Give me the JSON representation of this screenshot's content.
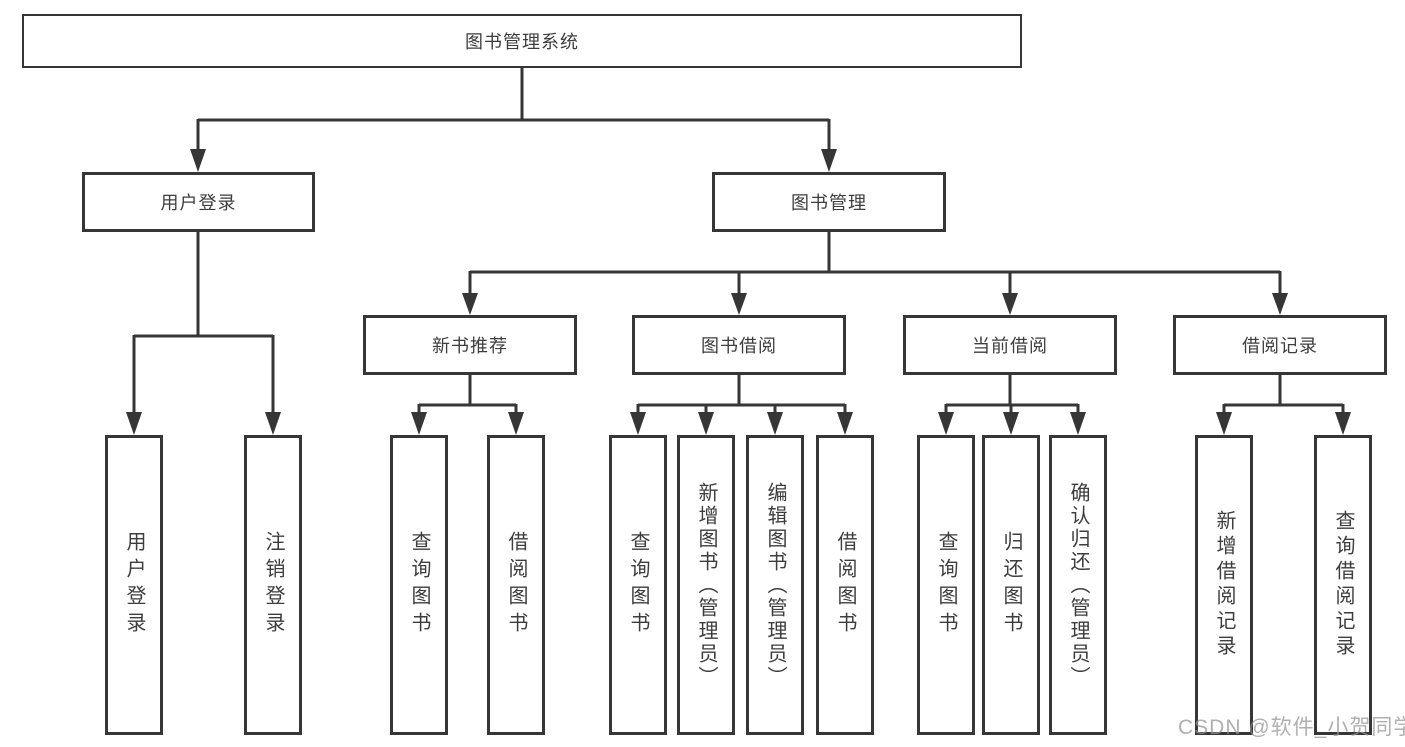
{
  "tree": {
    "root": {
      "label": "图书管理系统",
      "children": [
        {
          "label": "用户登录",
          "children": [
            {
              "label": "用户登录"
            },
            {
              "label": "注销登录"
            }
          ]
        },
        {
          "label": "图书管理",
          "children": [
            {
              "label": "新书推荐",
              "children": [
                {
                  "label": "查询图书"
                },
                {
                  "label": "借阅图书"
                }
              ]
            },
            {
              "label": "图书借阅",
              "children": [
                {
                  "label": "查询图书"
                },
                {
                  "label": "新增图书（管理员）"
                },
                {
                  "label": "编辑图书（管理员）"
                },
                {
                  "label": "借阅图书"
                }
              ]
            },
            {
              "label": "当前借阅",
              "children": [
                {
                  "label": "查询图书"
                },
                {
                  "label": "归还图书"
                },
                {
                  "label": "确认归还（管理员）"
                }
              ]
            },
            {
              "label": "借阅记录",
              "children": [
                {
                  "label": "新增借阅记录"
                },
                {
                  "label": "查询借阅记录"
                }
              ]
            }
          ]
        }
      ]
    }
  },
  "watermark": {
    "text": "CSDN @软件_小贺同学"
  },
  "colors": {
    "line": "#363636",
    "box_border": "#363636",
    "box_fill": "#ffffff",
    "text": "#3d3d3d",
    "watermark": "#969696"
  }
}
